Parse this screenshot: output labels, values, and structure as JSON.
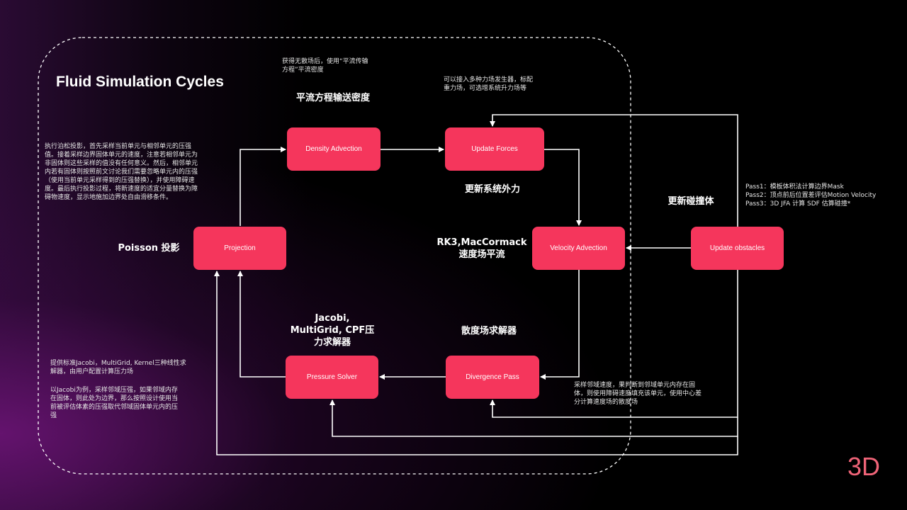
{
  "title": "Fluid Simulation Cycles",
  "corner_label": "3D",
  "nodes": {
    "density_advection": "Density Advection",
    "update_forces": "Update Forces",
    "velocity_advection": "Velocity Advection",
    "update_obstacles": "Update obstacles",
    "projection": "Projection",
    "pressure_solver": "Pressure Solver",
    "divergence_pass": "Divergence Pass"
  },
  "labels": {
    "density_advection": "平流方程输送密度",
    "update_forces": "更新系统外力",
    "velocity_advection_line1": "RK3,MacCormack",
    "velocity_advection_line2": "速度场平流",
    "update_obstacles": "更新碰撞体",
    "projection": "Poisson 投影",
    "pressure_solver_line1": "Jacobi,",
    "pressure_solver_line2": "MultiGrid, CPF压",
    "pressure_solver_line3": "力求解器",
    "divergence_pass": "散度场求解器"
  },
  "notes": {
    "density_line1": "获得无散场后，使用“平流传输",
    "density_line2": "方程”平流密度",
    "forces_line1": "可以接入多种力场发生器，标配",
    "forces_line2": "重力场，可选增系统升力场等",
    "projection_line1": "执行泊松投影，首先采样当前单元与相邻单元的压强",
    "projection_line2": "值。接着采样边界固体单元的速度，注意若相邻单元为",
    "projection_line3": "非固体则这些采样的值没有任何意义。然后，相邻单元",
    "projection_line4": "内若有固体则按照前文讨论我们需要忽略单元内的压强",
    "projection_line5": "（使用当前单元采样得到的压强替换），并使用障碍速",
    "projection_line6": "度。最后执行投影过程，将新速度的适宜分量替换为障",
    "projection_line7": "碍物速度，显示地施加边界处自由滑移条件。",
    "obstacles_line1": "Pass1：模板体积法计算边界Mask",
    "obstacles_line2": "Pass2：顶点前后位置差评估Motion Velocity",
    "obstacles_line3": "Pass3：3D JFA 计算 SDF 估算碰撞*",
    "solver_a_line1": "提供标准Jacobi，MultiGrid, Kernel三种线性求",
    "solver_a_line2": "解器，由用户配置计算压力场",
    "solver_b_line1": "以Jacobi为例，采样邻域压强，如果邻域内存",
    "solver_b_line2": "在固体，则此处为边界，那么按照设计使用当",
    "solver_b_line3": "前被评估体素的压强取代邻域固体单元内的压",
    "solver_b_line4": "强",
    "divergence_line1": "采样邻域速度，果判断到邻域单元内存在固",
    "divergence_line2": "体，则使用障碍速度填充该单元，使用中心差",
    "divergence_line3": "分计算速度场的散度场"
  },
  "colors": {
    "node_fill": "#f5365c",
    "corner_text": "#f06478",
    "background": "#000000",
    "wire": "#ffffff"
  }
}
